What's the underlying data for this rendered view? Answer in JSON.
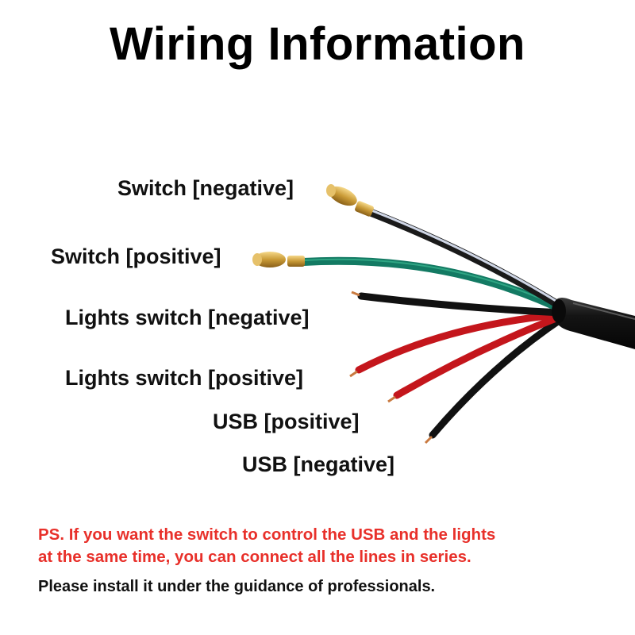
{
  "title": "Wiring Information",
  "wires": [
    {
      "label": "Switch [negative]",
      "color": "#1a1a1a",
      "stripe": "#cfd6e6",
      "terminal": "bullet-brass"
    },
    {
      "label": "Switch [positive]",
      "color": "#137a63",
      "terminal": "bullet-brass"
    },
    {
      "label": "Lights switch [negative]",
      "color": "#111111",
      "terminal": "bare-copper"
    },
    {
      "label": "Lights switch [positive]",
      "color": "#c4161c",
      "terminal": "bare-copper"
    },
    {
      "label": "USB [positive]",
      "color": "#c4161c",
      "terminal": "bare-copper"
    },
    {
      "label": "USB [negative]",
      "color": "#111111",
      "terminal": "bare-copper"
    }
  ],
  "notes": {
    "ps_line1": "PS.  If you want the switch to control the USB and the lights",
    "ps_line2": "at the same time, you can connect all the lines in series.",
    "install": "Please install it under the guidance of professionals."
  },
  "colors": {
    "ps_text": "#e8302a",
    "text": "#111111",
    "sheath": "#141414"
  }
}
